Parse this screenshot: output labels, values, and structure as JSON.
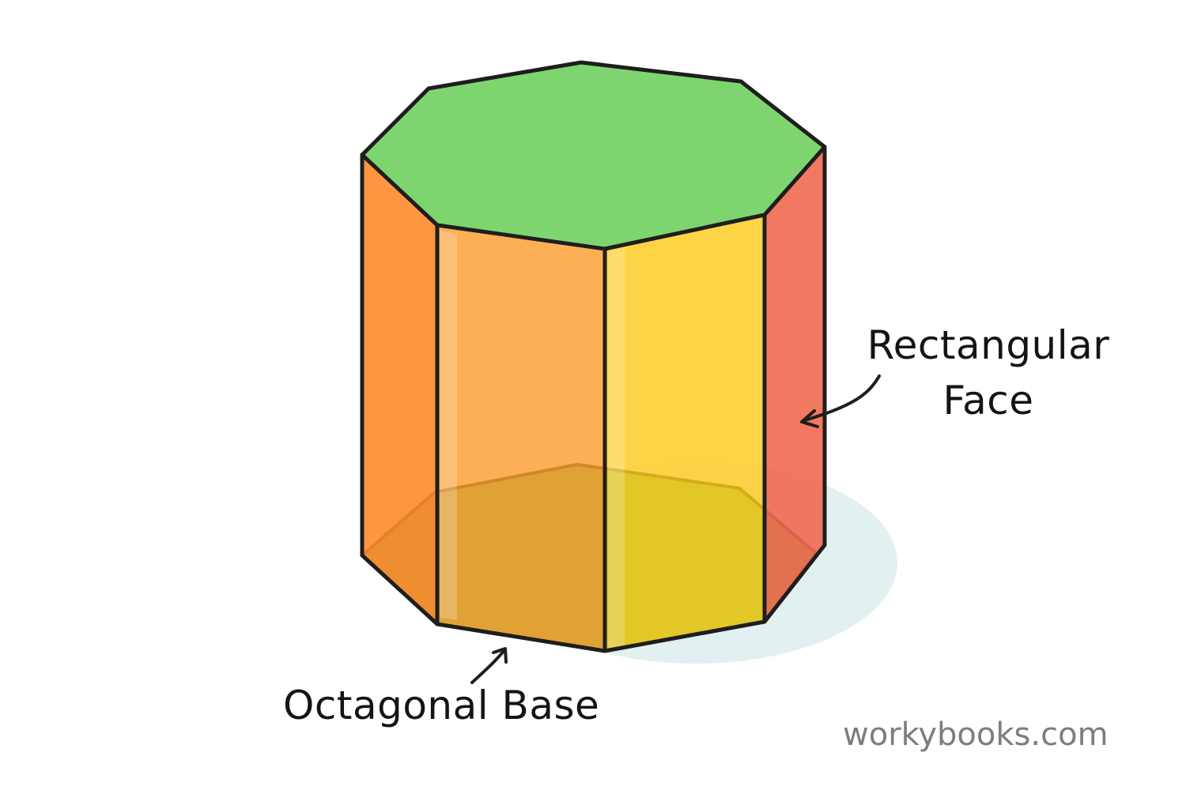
{
  "labels": {
    "rectangular_face": "Rectangular Face",
    "octagonal_base": "Octagonal Base"
  },
  "watermark": "workybooks.com",
  "colors": {
    "top_base": "#7ed56f",
    "bottom_base": "#63b84f",
    "left_face": "#fd8a2c",
    "front_left_face": "#fb9d2e",
    "front_right_face": "#fecb1e",
    "right_face": "#ef6950",
    "outline": "#1e1e1e",
    "shadow": "#e3f0f1",
    "watermark": "#7d7d7d"
  }
}
